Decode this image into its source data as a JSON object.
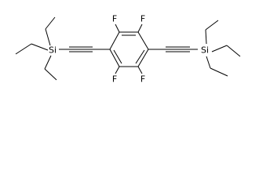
{
  "molecule": {
    "atom_labels": {
      "si_left": "Si",
      "si_right": "Si",
      "f_top_left": "F",
      "f_top_right": "F",
      "f_bottom_left": "F",
      "f_bottom_right": "F"
    },
    "line_color": "#000000",
    "background": "#ffffff"
  }
}
